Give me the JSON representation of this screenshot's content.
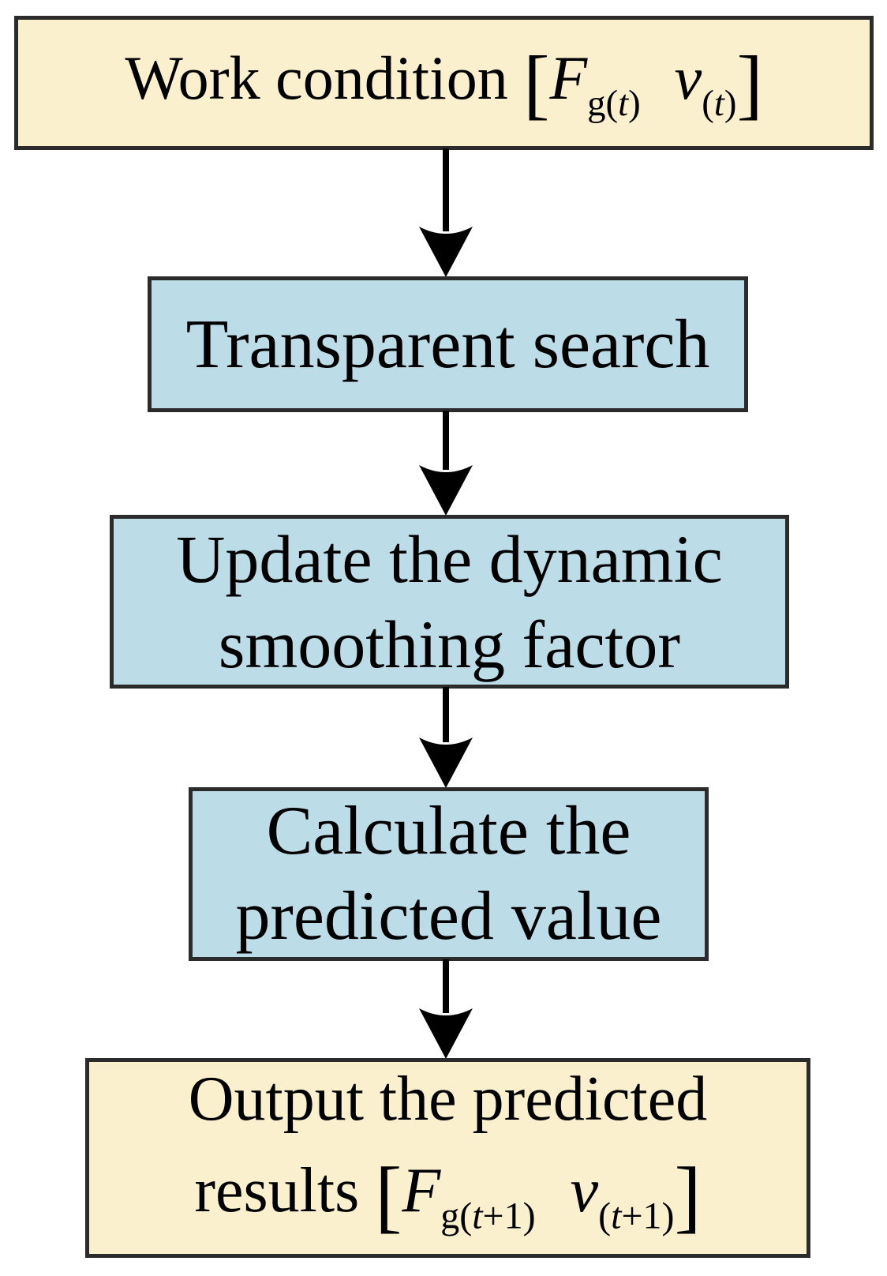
{
  "diagram": {
    "nodes": {
      "work_condition": {
        "label": "Work condition ",
        "formula": {
          "open": "[",
          "F": "F",
          "F_sub_pre": "g(",
          "F_sub_var": "t",
          "F_sub_post": ")",
          "v": "v",
          "v_sub_pre": "(",
          "v_sub_var": "t",
          "v_sub_post": ")",
          "close": "]"
        }
      },
      "transparent_search": {
        "label": "Transparent search"
      },
      "update_smoothing": {
        "line1": "Update the dynamic",
        "line2": "smoothing factor"
      },
      "calculate_predicted": {
        "line1": "Calculate the",
        "line2": "predicted value"
      },
      "output_results": {
        "line1": "Output the predicted",
        "line2_prefix": "results ",
        "formula": {
          "open": "[",
          "F": "F",
          "F_sub_pre": "g(",
          "F_sub_var": "t",
          "F_sub_post": "+1)",
          "v": "v",
          "v_sub_pre": "(",
          "v_sub_var": "t",
          "v_sub_post": "+1)",
          "close": "]"
        }
      }
    },
    "colors": {
      "io_fill": "#FBF0CE",
      "process_fill": "#BCDDE7",
      "border": "#2B2B2B",
      "arrow": "#000000",
      "text": "#000000"
    }
  }
}
